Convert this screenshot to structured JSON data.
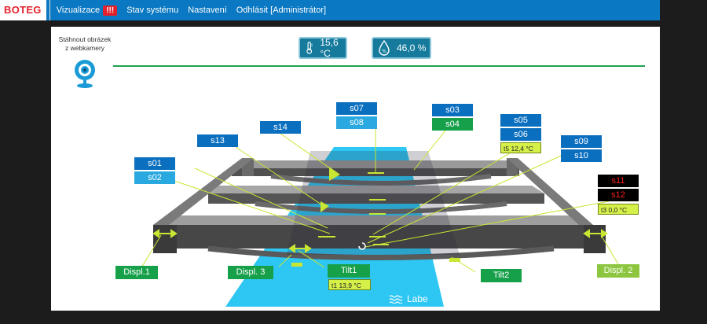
{
  "nav": {
    "brand": "BOTEG",
    "items": [
      {
        "label": "Vizualizace",
        "badge": "!!!"
      },
      {
        "label": "Stav systému"
      },
      {
        "label": "Nastavení"
      },
      {
        "label": "Odhlásit [Administrátor]"
      }
    ]
  },
  "webcam": {
    "label_line1": "Stáhnout obrázek",
    "label_line2": "z webkamery"
  },
  "metrics": {
    "temperature": {
      "value": "15,6 °C",
      "icon": "thermometer-icon"
    },
    "humidity": {
      "value": "46,0 %",
      "icon": "humidity-drop-icon"
    }
  },
  "sensors": {
    "s01": "s01",
    "s02": "s02",
    "s03": "s03",
    "s04": "s04",
    "s05": "s05",
    "s06": "s06",
    "s07": "s07",
    "s08": "s08",
    "s09": "s09",
    "s10": "s10",
    "s11": "s11",
    "s12": "s12",
    "s13": "s13",
    "s14": "s14"
  },
  "temps": {
    "t1": "t1 13,9 °C",
    "t3": "t3 0,0 °C",
    "t5": "t5 12,4 °C"
  },
  "displacements": {
    "d1": "Displ.1",
    "d2": "Displ. 2",
    "d3": "Displ. 3"
  },
  "tilts": {
    "tilt1": "Tilt1",
    "tilt2": "Tilt2"
  },
  "river": {
    "label": "Labe"
  },
  "colors": {
    "nav": "#0a78c2",
    "brand": "#e4212b",
    "river": "#2ec6f2",
    "sensor_blue": "#0b6fbf",
    "sensor_light": "#2aa8e0",
    "sensor_green": "#17a04a",
    "temp_box": "#d6f04a",
    "leader": "#c8e632"
  }
}
